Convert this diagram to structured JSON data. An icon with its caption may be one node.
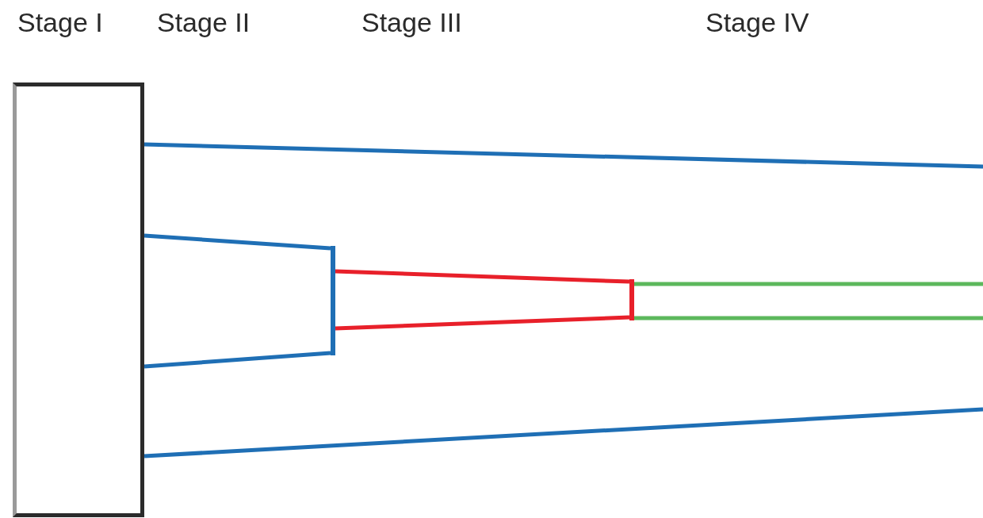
{
  "diagram": {
    "nodes": [
      {
        "text": [],
        "shape": "box"
      },
      {
        "text": [],
        "shape": "bar"
      },
      {
        "text": [],
        "shape": "bar"
      }
    ],
    "edges": [
      {
        "from": 0,
        "to": null,
        "arrow": "none"
      },
      {
        "from": 0,
        "to": 1,
        "arrow": "none"
      },
      {
        "from": 1,
        "to": 2,
        "arrow": "none",
        "color": "#e8202a"
      },
      {
        "from": 2,
        "to": null,
        "arrow": "none",
        "color": "#5cb85c"
      },
      {
        "from": 2,
        "to": null,
        "arrow": "none",
        "color": "#5cb85c"
      },
      {
        "from": 1,
        "to": 2,
        "arrow": "none",
        "color": "#e8202a"
      },
      {
        "from": 0,
        "to": 1,
        "arrow": "none"
      },
      {
        "from": 0,
        "to": null,
        "arrow": "none"
      }
    ],
    "labels": [
      "Stage I",
      "Stage II",
      "Stage III",
      "Stage IV"
    ]
  }
}
